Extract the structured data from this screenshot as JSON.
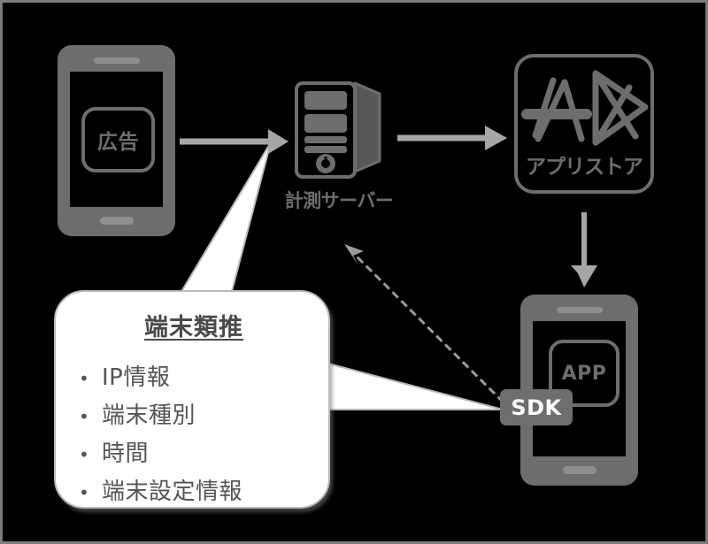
{
  "diagram": {
    "background_color": "#000000",
    "border_color": "#7b7b7b",
    "accent_gray": "#6d6d6d",
    "arrow_color": "#a6a6a6",
    "callout_bg": "#ffffff",
    "callout_text_color": "#555555",
    "sdk_badge_color": "#6e6e6e"
  },
  "ad_phone": {
    "name": "ad-phone",
    "tile_label": "広告"
  },
  "server": {
    "label": "計測サーバー"
  },
  "appstore": {
    "label": "アプリストア",
    "icons": [
      "app-store-a-icon",
      "google-play-triangle-icon"
    ]
  },
  "app_phone": {
    "name": "app-phone",
    "tile_label": "APP"
  },
  "sdk": {
    "label": "SDK"
  },
  "callout": {
    "title": "端末類推",
    "bullet_glyph": "•",
    "items": [
      "IP情報",
      "端末種別",
      "時間",
      "端末設定情報"
    ]
  },
  "connectors": [
    {
      "name": "ad-to-server-arrow",
      "from": "ad-phone",
      "to": "server",
      "style": "solid-arrow"
    },
    {
      "name": "server-to-appstore-arrow",
      "from": "server",
      "to": "appstore",
      "style": "solid-arrow"
    },
    {
      "name": "appstore-to-app-phone-arrow",
      "from": "appstore",
      "to": "app-phone",
      "style": "solid-arrow-down"
    },
    {
      "name": "sdk-to-server-dashed-arrow",
      "from": "sdk",
      "to": "server",
      "style": "dashed-arrow"
    },
    {
      "name": "callout-tail-server",
      "from": "callout",
      "to": "server",
      "style": "triangle-tail"
    },
    {
      "name": "callout-tail-sdk",
      "from": "callout",
      "to": "sdk",
      "style": "triangle-tail"
    }
  ]
}
